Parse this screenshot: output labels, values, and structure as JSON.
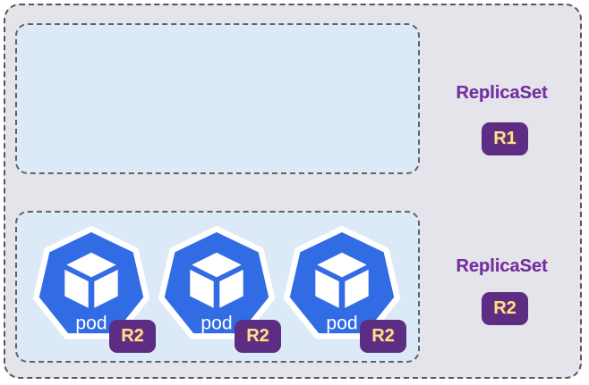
{
  "colors": {
    "outer_box_bg": "#e4e4ea",
    "inner_box_bg": "#dce9f6",
    "dash_border": "#55565a",
    "pod_blue": "#326ce5",
    "pod_border_white": "#ffffff",
    "badge_purple": "#5c2d82",
    "badge_text_yellow": "#ffe18a",
    "label_purple": "#7030a0"
  },
  "replicasets": [
    {
      "label": "ReplicaSet",
      "badge": "R1",
      "pods": []
    },
    {
      "label": "ReplicaSet",
      "badge": "R2",
      "pods": [
        {
          "label": "pod",
          "badge": "R2"
        },
        {
          "label": "pod",
          "badge": "R2"
        },
        {
          "label": "pod",
          "badge": "R2"
        }
      ]
    }
  ]
}
